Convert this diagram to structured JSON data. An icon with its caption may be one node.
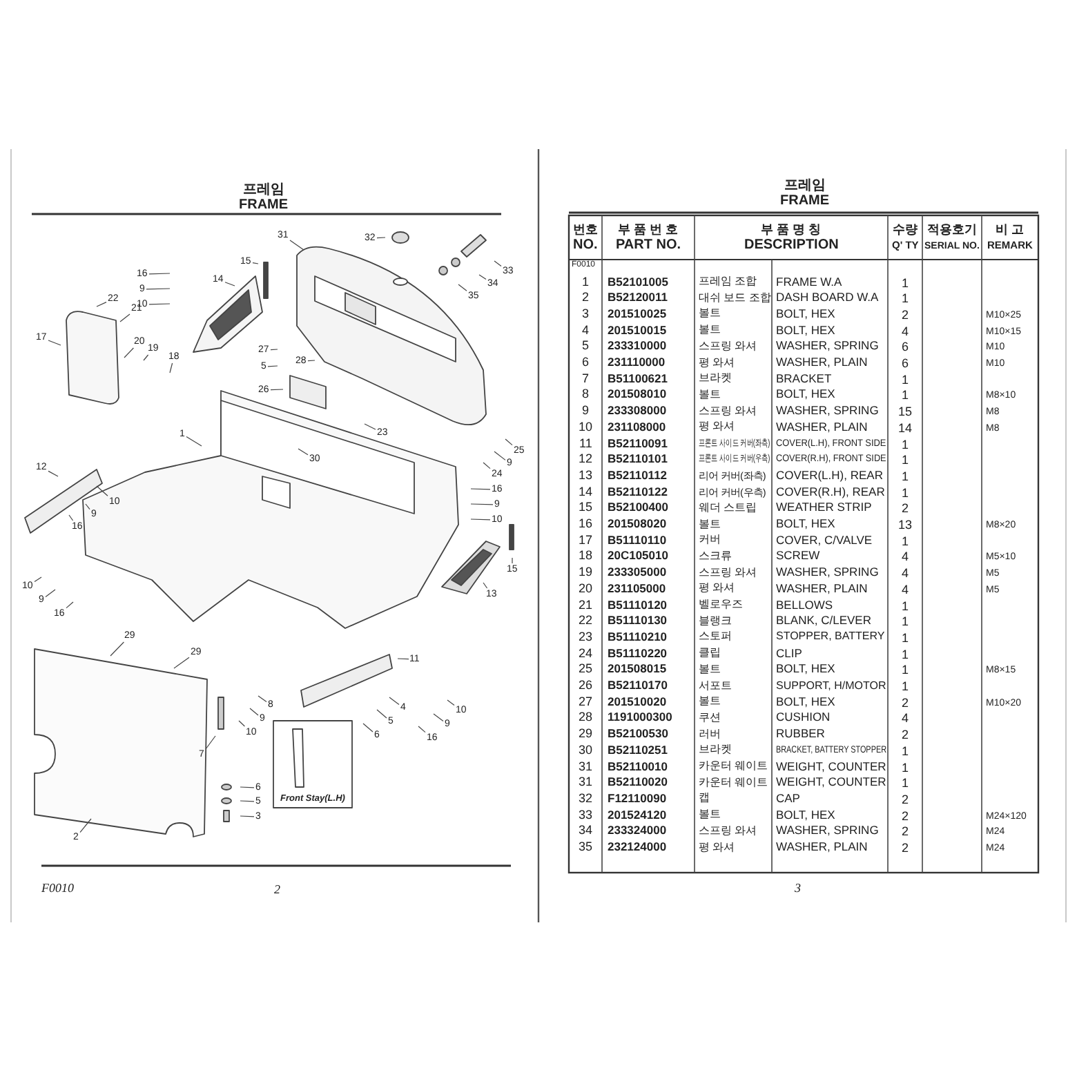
{
  "diagram": {
    "nodes": [
      {
        "text": [
          "31"
        ]
      },
      {
        "text": [
          "32"
        ]
      },
      {
        "text": [
          "33"
        ]
      },
      {
        "text": [
          "34"
        ]
      },
      {
        "text": [
          "35"
        ]
      },
      {
        "text": [
          "15"
        ]
      },
      {
        "text": [
          "14"
        ]
      },
      {
        "text": [
          "16"
        ]
      },
      {
        "text": [
          "9"
        ]
      },
      {
        "text": [
          "10"
        ]
      },
      {
        "text": [
          "22"
        ]
      },
      {
        "text": [
          "21"
        ]
      },
      {
        "text": [
          "17"
        ]
      },
      {
        "text": [
          "20"
        ]
      },
      {
        "text": [
          "19"
        ]
      },
      {
        "text": [
          "18"
        ]
      },
      {
        "text": [
          "27"
        ]
      },
      {
        "text": [
          "5"
        ]
      },
      {
        "text": [
          "28"
        ]
      },
      {
        "text": [
          "26"
        ]
      },
      {
        "text": [
          "23"
        ]
      },
      {
        "text": [
          "30"
        ]
      },
      {
        "text": [
          "25"
        ]
      },
      {
        "text": [
          "9"
        ]
      },
      {
        "text": [
          "24"
        ]
      },
      {
        "text": [
          "1"
        ]
      },
      {
        "text": [
          "12"
        ]
      },
      {
        "text": [
          "10"
        ]
      },
      {
        "text": [
          "9"
        ]
      },
      {
        "text": [
          "16"
        ]
      },
      {
        "text": [
          "16"
        ]
      },
      {
        "text": [
          "9"
        ]
      },
      {
        "text": [
          "10"
        ]
      },
      {
        "text": [
          "10"
        ]
      },
      {
        "text": [
          "9"
        ]
      },
      {
        "text": [
          "16"
        ]
      },
      {
        "text": [
          "15"
        ]
      },
      {
        "text": [
          "13"
        ]
      },
      {
        "text": [
          "11"
        ]
      },
      {
        "text": [
          "29"
        ]
      },
      {
        "text": [
          "29"
        ]
      },
      {
        "text": [
          "8"
        ]
      },
      {
        "text": [
          "9"
        ]
      },
      {
        "text": [
          "10"
        ]
      },
      {
        "text": [
          "7"
        ]
      },
      {
        "text": [
          "4"
        ]
      },
      {
        "text": [
          "5"
        ]
      },
      {
        "text": [
          "6"
        ]
      },
      {
        "text": [
          "10"
        ]
      },
      {
        "text": [
          "9"
        ]
      },
      {
        "text": [
          "16"
        ]
      },
      {
        "text": [
          "6"
        ]
      },
      {
        "text": [
          "5"
        ]
      },
      {
        "text": [
          "3"
        ]
      },
      {
        "text": [
          "2"
        ]
      },
      {
        "text": [
          "Front Stay(L.H)"
        ]
      }
    ],
    "edges": [
      {
        "from": 0,
        "to": null,
        "arrow": "none"
      },
      {
        "from": 1,
        "to": null,
        "arrow": "none"
      },
      {
        "from": 2,
        "to": null,
        "arrow": "none"
      },
      {
        "from": 3,
        "to": null,
        "arrow": "none"
      },
      {
        "from": 4,
        "to": null,
        "arrow": "none"
      },
      {
        "from": 5,
        "to": null,
        "arrow": "none"
      },
      {
        "from": 6,
        "to": null,
        "arrow": "none"
      },
      {
        "from": 7,
        "to": null,
        "arrow": "none"
      },
      {
        "from": 8,
        "to": null,
        "arrow": "none"
      },
      {
        "from": 9,
        "to": null,
        "arrow": "none"
      },
      {
        "from": 10,
        "to": null,
        "arrow": "none"
      },
      {
        "from": 11,
        "to": null,
        "arrow": "none"
      },
      {
        "from": 12,
        "to": null,
        "arrow": "none"
      },
      {
        "from": 13,
        "to": null,
        "arrow": "none"
      },
      {
        "from": 14,
        "to": null,
        "arrow": "none"
      },
      {
        "from": 15,
        "to": null,
        "arrow": "none"
      },
      {
        "from": 16,
        "to": null,
        "arrow": "none"
      },
      {
        "from": 17,
        "to": null,
        "arrow": "none"
      },
      {
        "from": 18,
        "to": null,
        "arrow": "none"
      },
      {
        "from": 19,
        "to": null,
        "arrow": "none"
      },
      {
        "from": 20,
        "to": null,
        "arrow": "none"
      },
      {
        "from": 21,
        "to": null,
        "arrow": "none"
      },
      {
        "from": 22,
        "to": null,
        "arrow": "none"
      },
      {
        "from": 23,
        "to": null,
        "arrow": "none"
      },
      {
        "from": 24,
        "to": null,
        "arrow": "none"
      },
      {
        "from": 25,
        "to": null,
        "arrow": "none"
      },
      {
        "from": 26,
        "to": null,
        "arrow": "none"
      },
      {
        "from": 27,
        "to": null,
        "arrow": "none"
      },
      {
        "from": 28,
        "to": null,
        "arrow": "none"
      },
      {
        "from": 29,
        "to": null,
        "arrow": "none"
      },
      {
        "from": 30,
        "to": null,
        "arrow": "none"
      },
      {
        "from": 31,
        "to": null,
        "arrow": "none"
      },
      {
        "from": 32,
        "to": null,
        "arrow": "none"
      },
      {
        "from": 33,
        "to": null,
        "arrow": "none"
      },
      {
        "from": 34,
        "to": null,
        "arrow": "none"
      },
      {
        "from": 35,
        "to": null,
        "arrow": "none"
      },
      {
        "from": 36,
        "to": null,
        "arrow": "none"
      },
      {
        "from": 37,
        "to": null,
        "arrow": "none"
      },
      {
        "from": 38,
        "to": null,
        "arrow": "none"
      },
      {
        "from": 39,
        "to": null,
        "arrow": "none"
      },
      {
        "from": 40,
        "to": null,
        "arrow": "none"
      },
      {
        "from": 41,
        "to": null,
        "arrow": "none"
      },
      {
        "from": 42,
        "to": null,
        "arrow": "none"
      },
      {
        "from": 43,
        "to": null,
        "arrow": "none"
      },
      {
        "from": 44,
        "to": null,
        "arrow": "none"
      },
      {
        "from": 45,
        "to": null,
        "arrow": "none"
      },
      {
        "from": 46,
        "to": null,
        "arrow": "none"
      },
      {
        "from": 47,
        "to": null,
        "arrow": "none"
      },
      {
        "from": 48,
        "to": null,
        "arrow": "none"
      },
      {
        "from": 49,
        "to": null,
        "arrow": "none"
      },
      {
        "from": 50,
        "to": null,
        "arrow": "none"
      },
      {
        "from": 51,
        "to": null,
        "arrow": "none"
      },
      {
        "from": 52,
        "to": null,
        "arrow": "none"
      },
      {
        "from": 53,
        "to": null,
        "arrow": "none"
      },
      {
        "from": 54,
        "to": null,
        "arrow": "none"
      }
    ],
    "labels": [
      "프레임",
      "FRAME",
      "F0010",
      "2",
      "프레임",
      "FRAME",
      "번호",
      "NO.",
      "부 품 번 호",
      "PART NO.",
      "부 품 명 칭",
      "DESCRIPTION",
      "수량",
      "Q' TY",
      "적용호기",
      "SERIAL NO.",
      "비 고",
      "REMARK",
      "F0010",
      "1",
      "B52101005",
      "프레임 조합",
      "FRAME W.A",
      "1",
      "2",
      "B52120011",
      "대쉬 보드 조합",
      "DASH BOARD W.A",
      "1",
      "3",
      "201510025",
      "볼트",
      "BOLT, HEX",
      "2",
      "M10×25",
      "4",
      "201510015",
      "볼트",
      "BOLT, HEX",
      "4",
      "M10×15",
      "5",
      "233310000",
      "스프링 와셔",
      "WASHER, SPRING",
      "6",
      "M10",
      "6",
      "231110000",
      "평 와셔",
      "WASHER, PLAIN",
      "6",
      "M10",
      "7",
      "B51100621",
      "브라켓",
      "BRACKET",
      "1",
      "8",
      "201508010",
      "볼트",
      "BOLT, HEX",
      "1",
      "M8×10",
      "9",
      "233308000",
      "스프링 와셔",
      "WASHER, SPRING",
      "15",
      "M8",
      "10",
      "231108000",
      "평 와셔",
      "WASHER, PLAIN",
      "14",
      "M8",
      "11",
      "B52110091",
      "프론트 사이드 커버(좌측)",
      "COVER(L.H), FRONT SIDE",
      "1",
      "12",
      "B52110101",
      "프론트 사이드 커버(우측)",
      "COVER(R.H), FRONT SIDE",
      "1",
      "13",
      "B52110112",
      "리어 커버(좌측)",
      "COVER(L.H), REAR",
      "1",
      "14",
      "B52110122",
      "리어 커버(우측)",
      "COVER(R.H), REAR",
      "1",
      "15",
      "B52100400",
      "웨더 스트립",
      "WEATHER STRIP",
      "2",
      "16",
      "201508020",
      "볼트",
      "BOLT, HEX",
      "13",
      "M8×20",
      "17",
      "B51110110",
      "커버",
      "COVER, C/VALVE",
      "1",
      "18",
      "20C105010",
      "스크류",
      "SCREW",
      "4",
      "M5×10",
      "19",
      "233305000",
      "스프링 와셔",
      "WASHER, SPRING",
      "4",
      "M5",
      "20",
      "231105000",
      "평 와셔",
      "WASHER, PLAIN",
      "4",
      "M5",
      "21",
      "B51110120",
      "벨로우즈",
      "BELLOWS",
      "1",
      "22",
      "B51110130",
      "블랭크",
      "BLANK, C/LEVER",
      "1",
      "23",
      "B51110210",
      "스토퍼",
      "STOPPER, BATTERY",
      "1",
      "24",
      "B51110220",
      "클립",
      "CLIP",
      "1",
      "25",
      "201508015",
      "볼트",
      "BOLT, HEX",
      "1",
      "M8×15",
      "26",
      "B52110170",
      "서포트",
      "SUPPORT, H/MOTOR",
      "1",
      "27",
      "201510020",
      "볼트",
      "BOLT, HEX",
      "2",
      "M10×20",
      "28",
      "1191000300",
      "쿠션",
      "CUSHION",
      "4",
      "29",
      "B52100530",
      "러버",
      "RUBBER",
      "2",
      "30",
      "B52110251",
      "브라켓",
      "BRACKET, BATTERY STOPPER",
      "1",
      "31",
      "B52110010",
      "카운터 웨이트",
      "WEIGHT, COUNTER",
      "1",
      "31",
      "B52110020",
      "카운터 웨이트",
      "WEIGHT, COUNTER",
      "1",
      "32",
      "F12110090",
      "캡",
      "CAP",
      "2",
      "33",
      "201524120",
      "볼트",
      "BOLT, HEX",
      "2",
      "M24×120",
      "34",
      "233324000",
      "스프링 와셔",
      "WASHER, SPRING",
      "2",
      "M24",
      "35",
      "232124000",
      "평 와셔",
      "WASHER, PLAIN",
      "2",
      "M24",
      "3"
    ]
  }
}
